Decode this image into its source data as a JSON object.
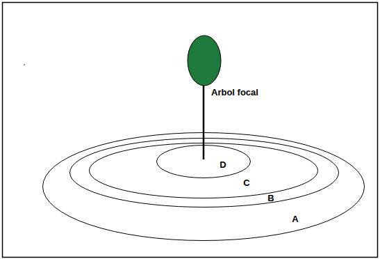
{
  "diagram": {
    "nodes": [
      {
        "text": [
          "A"
        ]
      },
      {
        "text": [
          "B"
        ],
        "in": 0
      },
      {
        "text": [
          "C"
        ],
        "in": 1
      },
      {
        "text": [
          "D"
        ],
        "in": 2
      }
    ],
    "labels": [
      "Arbol focal"
    ]
  }
}
